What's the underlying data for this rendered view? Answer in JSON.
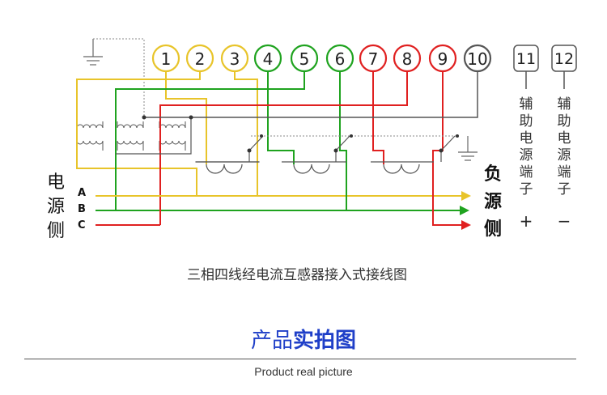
{
  "colors": {
    "yellow": "#e8c42a",
    "green": "#1fa31f",
    "red": "#e02020",
    "dark": "#555555",
    "ground": "#999999",
    "title_blue": "#1f3fc8"
  },
  "terminals": [
    {
      "num": "1",
      "color": "yellow"
    },
    {
      "num": "2",
      "color": "yellow"
    },
    {
      "num": "3",
      "color": "yellow"
    },
    {
      "num": "4",
      "color": "green"
    },
    {
      "num": "5",
      "color": "green"
    },
    {
      "num": "6",
      "color": "green"
    },
    {
      "num": "7",
      "color": "red"
    },
    {
      "num": "8",
      "color": "red"
    },
    {
      "num": "9",
      "color": "red"
    },
    {
      "num": "10",
      "color": "dark"
    }
  ],
  "aux_terminals": [
    {
      "num": "11",
      "label": "辅助电源端子",
      "sign": "+"
    },
    {
      "num": "12",
      "label": "辅助电源端子",
      "sign": "−"
    }
  ],
  "source_side": "电源侧",
  "load_side": "负源侧",
  "phases": [
    "A",
    "B",
    "C"
  ],
  "caption": "三相四线经电流互感器接入式接线图",
  "section_title_normal": "产品",
  "section_title_bold": "实拍图",
  "section_subtitle": "Product real picture"
}
